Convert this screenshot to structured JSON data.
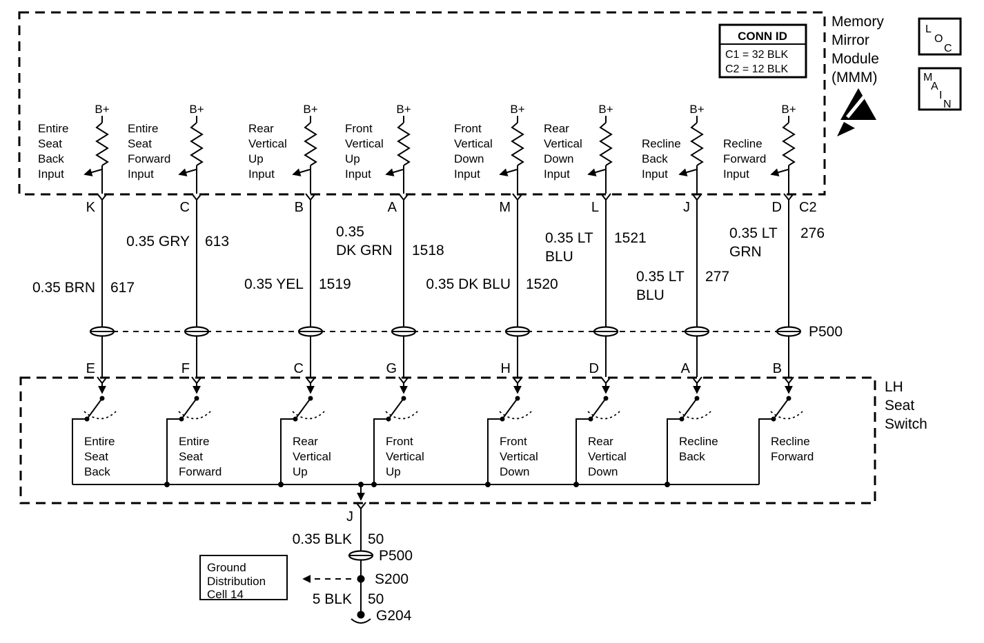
{
  "module": {
    "name_lines": [
      "Memory",
      "Mirror",
      "Module",
      "(MMM)"
    ],
    "connector_id": "C2",
    "conn_table": {
      "title": "CONN ID",
      "rows": [
        "C1 = 32 BLK",
        "C2 = 12 BLK"
      ]
    }
  },
  "links": {
    "loc_letters": [
      "L",
      "O",
      "C"
    ],
    "main_letters": [
      "M",
      "A",
      "I",
      "N"
    ]
  },
  "circuits": [
    {
      "supply": "B+",
      "input_lines": [
        "Entire",
        "Seat",
        "Back",
        "Input"
      ],
      "module_pin": "K",
      "wire_lines": [
        "0.35 BRN"
      ],
      "circuit": "617",
      "switch_pin": "E",
      "switch_lines": [
        "Entire",
        "Seat",
        "Back"
      ]
    },
    {
      "supply": "B+",
      "input_lines": [
        "Entire",
        "Seat",
        "Forward",
        "Input"
      ],
      "module_pin": "C",
      "wire_lines": [
        "0.35 GRY"
      ],
      "circuit": "613",
      "switch_pin": "F",
      "switch_lines": [
        "Entire",
        "Seat",
        "Forward"
      ]
    },
    {
      "supply": "B+",
      "input_lines": [
        "Rear",
        "Vertical",
        "Up",
        "Input"
      ],
      "module_pin": "B",
      "wire_lines": [
        "0.35 YEL"
      ],
      "circuit": "1519",
      "switch_pin": "C",
      "switch_lines": [
        "Rear",
        "Vertical",
        "Up"
      ]
    },
    {
      "supply": "B+",
      "input_lines": [
        "Front",
        "Vertical",
        "Up",
        "Input"
      ],
      "module_pin": "A",
      "wire_lines": [
        "0.35",
        "DK GRN"
      ],
      "circuit": "1518",
      "switch_pin": "G",
      "switch_lines": [
        "Front",
        "Vertical",
        "Up"
      ]
    },
    {
      "supply": "B+",
      "input_lines": [
        "Front",
        "Vertical",
        "Down",
        "Input"
      ],
      "module_pin": "M",
      "wire_lines": [
        "0.35 DK BLU"
      ],
      "circuit": "1520",
      "switch_pin": "H",
      "switch_lines": [
        "Front",
        "Vertical",
        "Down"
      ]
    },
    {
      "supply": "B+",
      "input_lines": [
        "Rear",
        "Vertical",
        "Down",
        "Input"
      ],
      "module_pin": "L",
      "wire_lines": [
        "0.35 LT",
        "BLU"
      ],
      "circuit": "1521",
      "switch_pin": "D",
      "switch_lines": [
        "Rear",
        "Vertical",
        "Down"
      ]
    },
    {
      "supply": "B+",
      "input_lines": [
        "Recline",
        "Back",
        "Input"
      ],
      "module_pin": "J",
      "wire_lines": [
        "0.35 LT",
        "BLU"
      ],
      "circuit": "277",
      "switch_pin": "A",
      "switch_lines": [
        "Recline",
        "Back"
      ]
    },
    {
      "supply": "B+",
      "input_lines": [
        "Recline",
        "Forward",
        "Input"
      ],
      "module_pin": "D",
      "wire_lines": [
        "0.35 LT",
        "GRN"
      ],
      "circuit": "276",
      "switch_pin": "B",
      "switch_lines": [
        "Recline",
        "Forward"
      ]
    }
  ],
  "connector_row_label": "P500",
  "seat_switch": {
    "name_lines": [
      "LH",
      "Seat",
      "Switch"
    ]
  },
  "ground": {
    "pin": "J",
    "upper_wire": {
      "label": "0.35 BLK",
      "circuit": "50"
    },
    "connector": "P500",
    "splice": "S200",
    "lower_wire": {
      "label": "5 BLK",
      "circuit": "50"
    },
    "ground_id": "G204",
    "distribution_box_lines": [
      "Ground",
      "Distribution",
      "Cell 14"
    ]
  }
}
